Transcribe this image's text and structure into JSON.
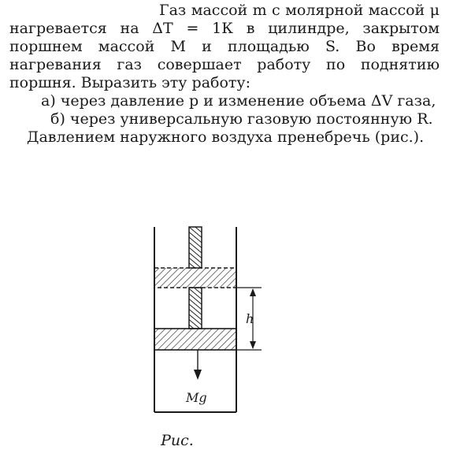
{
  "problem": {
    "p1": "Газ массой m с молярной массой μ нагревается на ΔT = 1К в цилиндре, закрытом поршнем массой M и площадью S. Во время нагревания газ совершает работу по поднятию поршня. Выразить эту работу:",
    "p2": "а) через давление p и изменение объема ΔV газа,",
    "p3": "б) через универсальную газовую постоянную R.",
    "p4": "Давлением наружного воздуха пренебречь (рис.)."
  },
  "figure": {
    "label_h": "h",
    "label_weight": "Mg",
    "caption": "Рис."
  }
}
